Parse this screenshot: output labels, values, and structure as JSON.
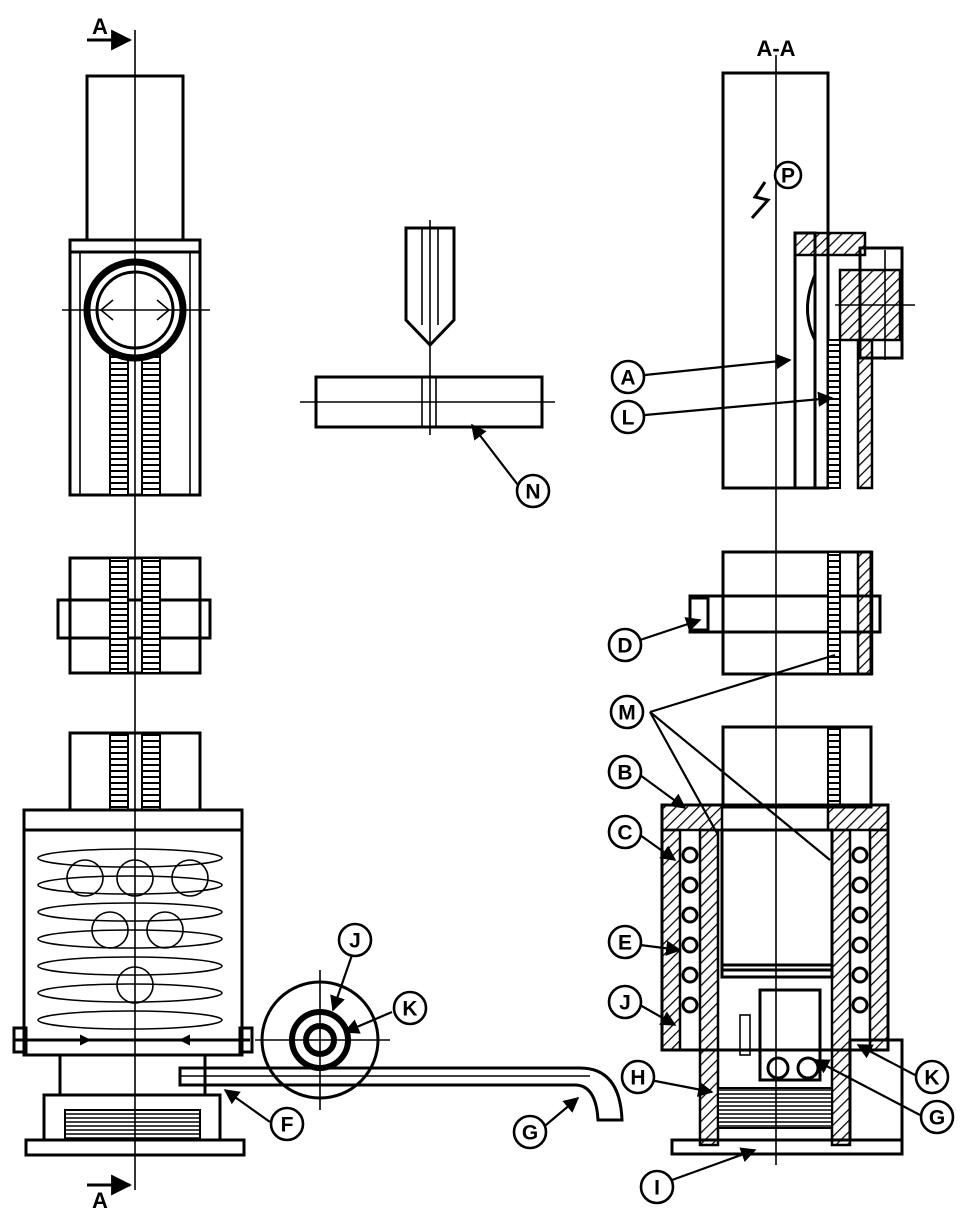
{
  "section_marks": {
    "top_left": "A",
    "bottom_left": "A",
    "section_title": "A-A"
  },
  "labels": {
    "P": "P",
    "A": "A",
    "L": "L",
    "N": "N",
    "D": "D",
    "M": "M",
    "B": "B",
    "C": "C",
    "E": "E",
    "J_right": "J",
    "K_right": "K",
    "H": "H",
    "G_right": "G",
    "I": "I",
    "J_center": "J",
    "K_center": "K",
    "F": "F",
    "G_center": "G"
  }
}
